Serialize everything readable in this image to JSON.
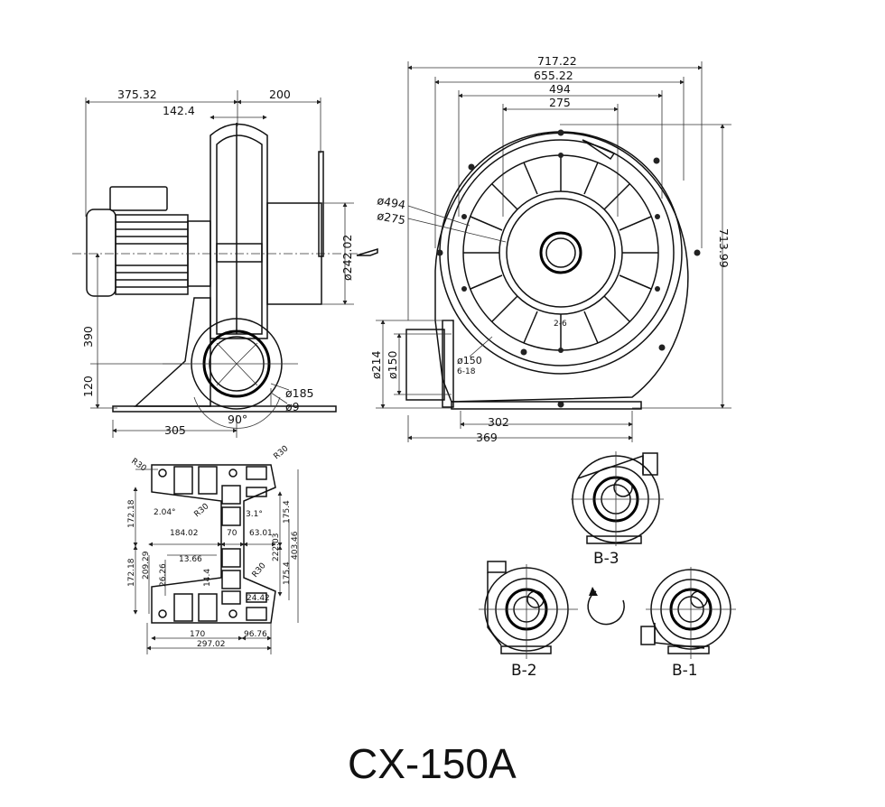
{
  "title": "CX-150A",
  "side_view": {
    "dims": [
      "375.32",
      "200",
      "142.4",
      "390",
      "120",
      "305",
      "90°",
      "ø185",
      "ø9",
      "ø242.02"
    ]
  },
  "front_view": {
    "dims": [
      "717.22",
      "655.22",
      "494",
      "275",
      "713.99",
      "ø494",
      "ø275",
      "ø214",
      "ø150",
      "ø150",
      "6-18",
      "302",
      "369",
      "2-6"
    ]
  },
  "base_view": {
    "dims": [
      "R30",
      "R30",
      "R30",
      "R30",
      "2.04°",
      "3.1°",
      "172.18",
      "175.4",
      "184.02",
      "70",
      "63.01",
      "403.46",
      "172.18",
      "209.29",
      "13.66",
      "26.26",
      "14.4",
      "222.03",
      "175.4",
      "24.42",
      "170",
      "96.76",
      "297.02"
    ]
  },
  "orientations": {
    "labels": [
      "B-3",
      "B-2",
      "B-1"
    ]
  }
}
